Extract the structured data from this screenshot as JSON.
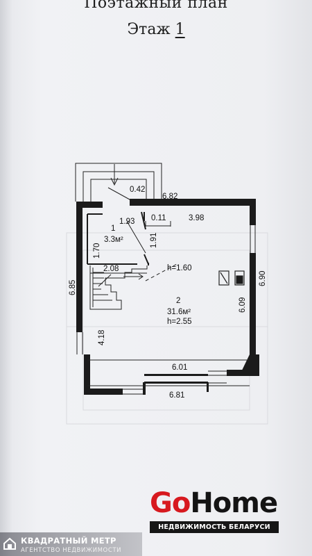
{
  "heading": {
    "line1": "Поэтажный план",
    "floor_word": "Этаж",
    "floor_num": "1"
  },
  "dims": {
    "d042": "0.42",
    "d682": "6.82",
    "d193": "1.93",
    "d011": "0.11",
    "d398": "3.98",
    "d170": "1.70",
    "d191": "1.91",
    "d208": "2.08",
    "d685": "6.85",
    "d690": "6.90",
    "d609": "6.09",
    "d418": "4.18",
    "d601": "6.01",
    "d681": "6.81",
    "h160": "h=1.60"
  },
  "rooms": {
    "r1": {
      "num": "1",
      "area": "3.3м²"
    },
    "r2": {
      "num": "2",
      "area": "31.6м²",
      "height": "h=2.55"
    }
  },
  "brand": {
    "go": "Go",
    "home": "Home",
    "tagline": "НЕДВИЖИМОСТЬ БЕЛАРУСИ"
  },
  "watermark": {
    "line1": "КВАДРАТНЫЙ МЕТР",
    "line2": "АГЕНТСТВО НЕДВИЖИМОСТИ"
  },
  "colors": {
    "go_red": "#d7191f",
    "ink": "#111111",
    "paper": "#eeeff2"
  }
}
